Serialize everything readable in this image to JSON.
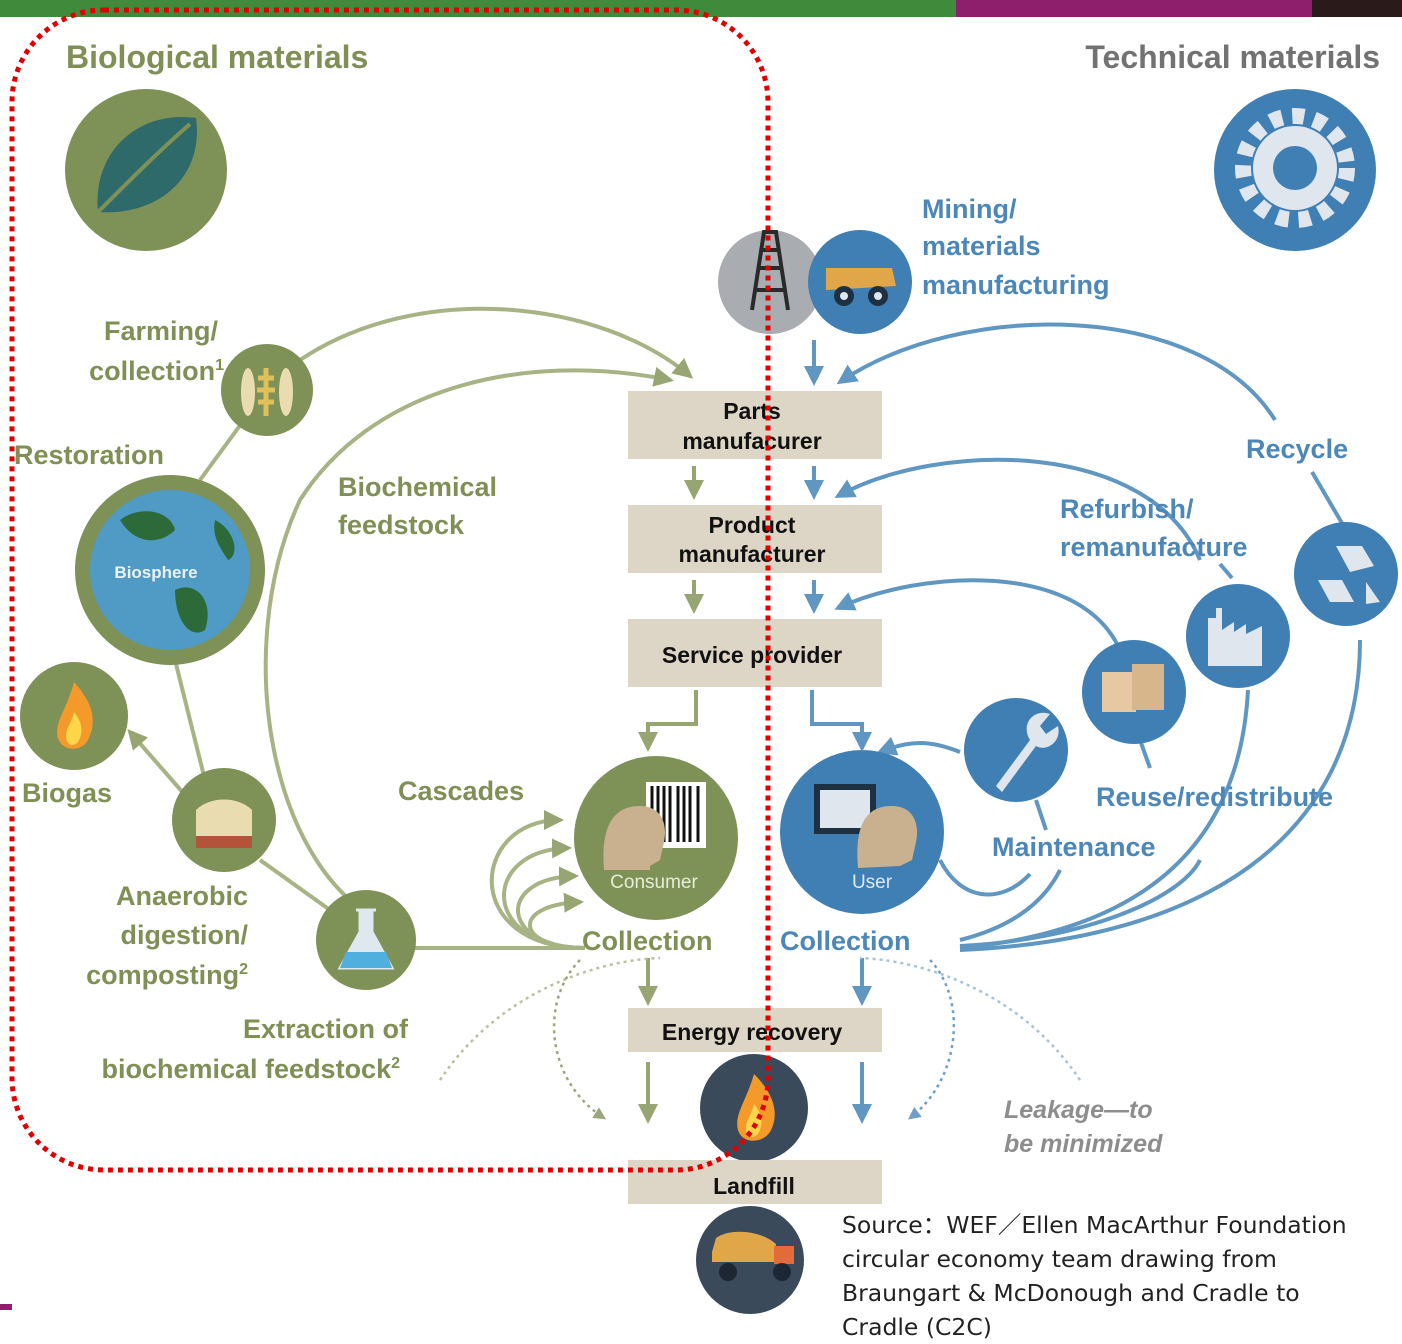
{
  "header": {
    "colors": {
      "green": "#3f8a3b",
      "purple": "#8d1f6d",
      "dark": "#2a1a1a"
    }
  },
  "biological": {
    "title": "Biological materials",
    "farming": {
      "label": "Farming/",
      "label2": "collection",
      "sup": "1"
    },
    "restoration": "Restoration",
    "biosphere": "Biosphere",
    "biogas": "Biogas",
    "biochemical_feedstock": {
      "line1": "Biochemical",
      "line2": "feedstock"
    },
    "anaerobic": {
      "line1": "Anaerobic",
      "line2": "digestion/",
      "line3": "composting",
      "sup": "2"
    },
    "extraction": {
      "line1": "Extraction of",
      "line2": "biochemical feedstock",
      "sup": "2"
    },
    "cascades": "Cascades",
    "consumer": "Consumer",
    "collection": "Collection"
  },
  "technical": {
    "title": "Technical materials",
    "mining": {
      "line1": "Mining/",
      "line2": "materials",
      "line3": "manufacturing"
    },
    "recycle": "Recycle",
    "refurbish": {
      "line1": "Refurbish/",
      "line2": "remanufacture"
    },
    "reuse": "Reuse/redistribute",
    "maintenance": "Maintenance",
    "user": "User",
    "collection": "Collection",
    "leakage": {
      "line1": "Leakage—to",
      "line2": "be minimized"
    }
  },
  "center": {
    "parts": {
      "line1": "Parts",
      "line2": "manufacurer"
    },
    "product": {
      "line1": "Product",
      "line2": "manufacturer"
    },
    "service": "Service provider",
    "energy": "Energy recovery",
    "landfill": "Landfill"
  },
  "source": {
    "line1": "Source：WEF／Ellen MacArthur Foundation",
    "line2": "circular economy team drawing from",
    "line3": "Braungart & McDonough and Cradle to",
    "line4": "Cradle (C2C)"
  },
  "colors": {
    "bio_text": "#7f8f55",
    "bio_circle": "#7e9156",
    "bio_line": "#a7b384",
    "tech_text": "#4c87b7",
    "tech_circle": "#3f7fb4",
    "tech_line": "#5f97c2",
    "box": "#ddd6c7",
    "highlight": "#e00000"
  }
}
